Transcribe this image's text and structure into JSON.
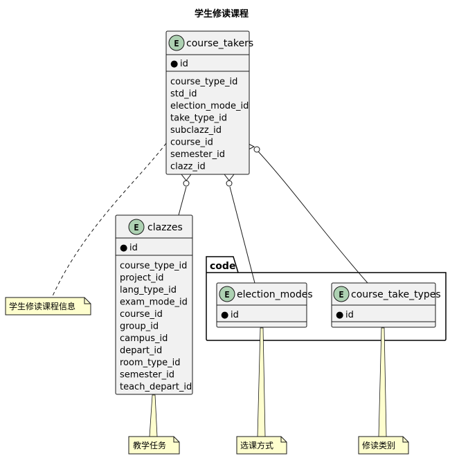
{
  "title": "学生修读课程",
  "entities": {
    "course_takers": {
      "name": "course_takers",
      "key": "id",
      "fields": [
        "course_type_id",
        "std_id",
        "election_mode_id",
        "take_type_id",
        "subclazz_id",
        "course_id",
        "semester_id",
        "clazz_id"
      ]
    },
    "clazzes": {
      "name": "clazzes",
      "key": "id",
      "fields": [
        "course_type_id",
        "project_id",
        "lang_type_id",
        "exam_mode_id",
        "course_id",
        "group_id",
        "campus_id",
        "depart_id",
        "room_type_id",
        "semester_id",
        "teach_depart_id"
      ]
    },
    "election_modes": {
      "name": "election_modes",
      "key": "id",
      "fields": []
    },
    "course_take_types": {
      "name": "course_take_types",
      "key": "id",
      "fields": []
    }
  },
  "package": {
    "name": "code"
  },
  "notes": {
    "course_takers": "学生修读课程信息",
    "clazzes": "教学任务",
    "election_modes": "选课方式",
    "course_take_types": "修读类别"
  },
  "entity_glyph": "E",
  "key_bullet": "●",
  "colors": {
    "entity_fill": "#f1f1f1",
    "entity_stroke": "#181818",
    "circle_fill": "#add1b2",
    "note_fill": "#fefece",
    "line": "#181818"
  }
}
